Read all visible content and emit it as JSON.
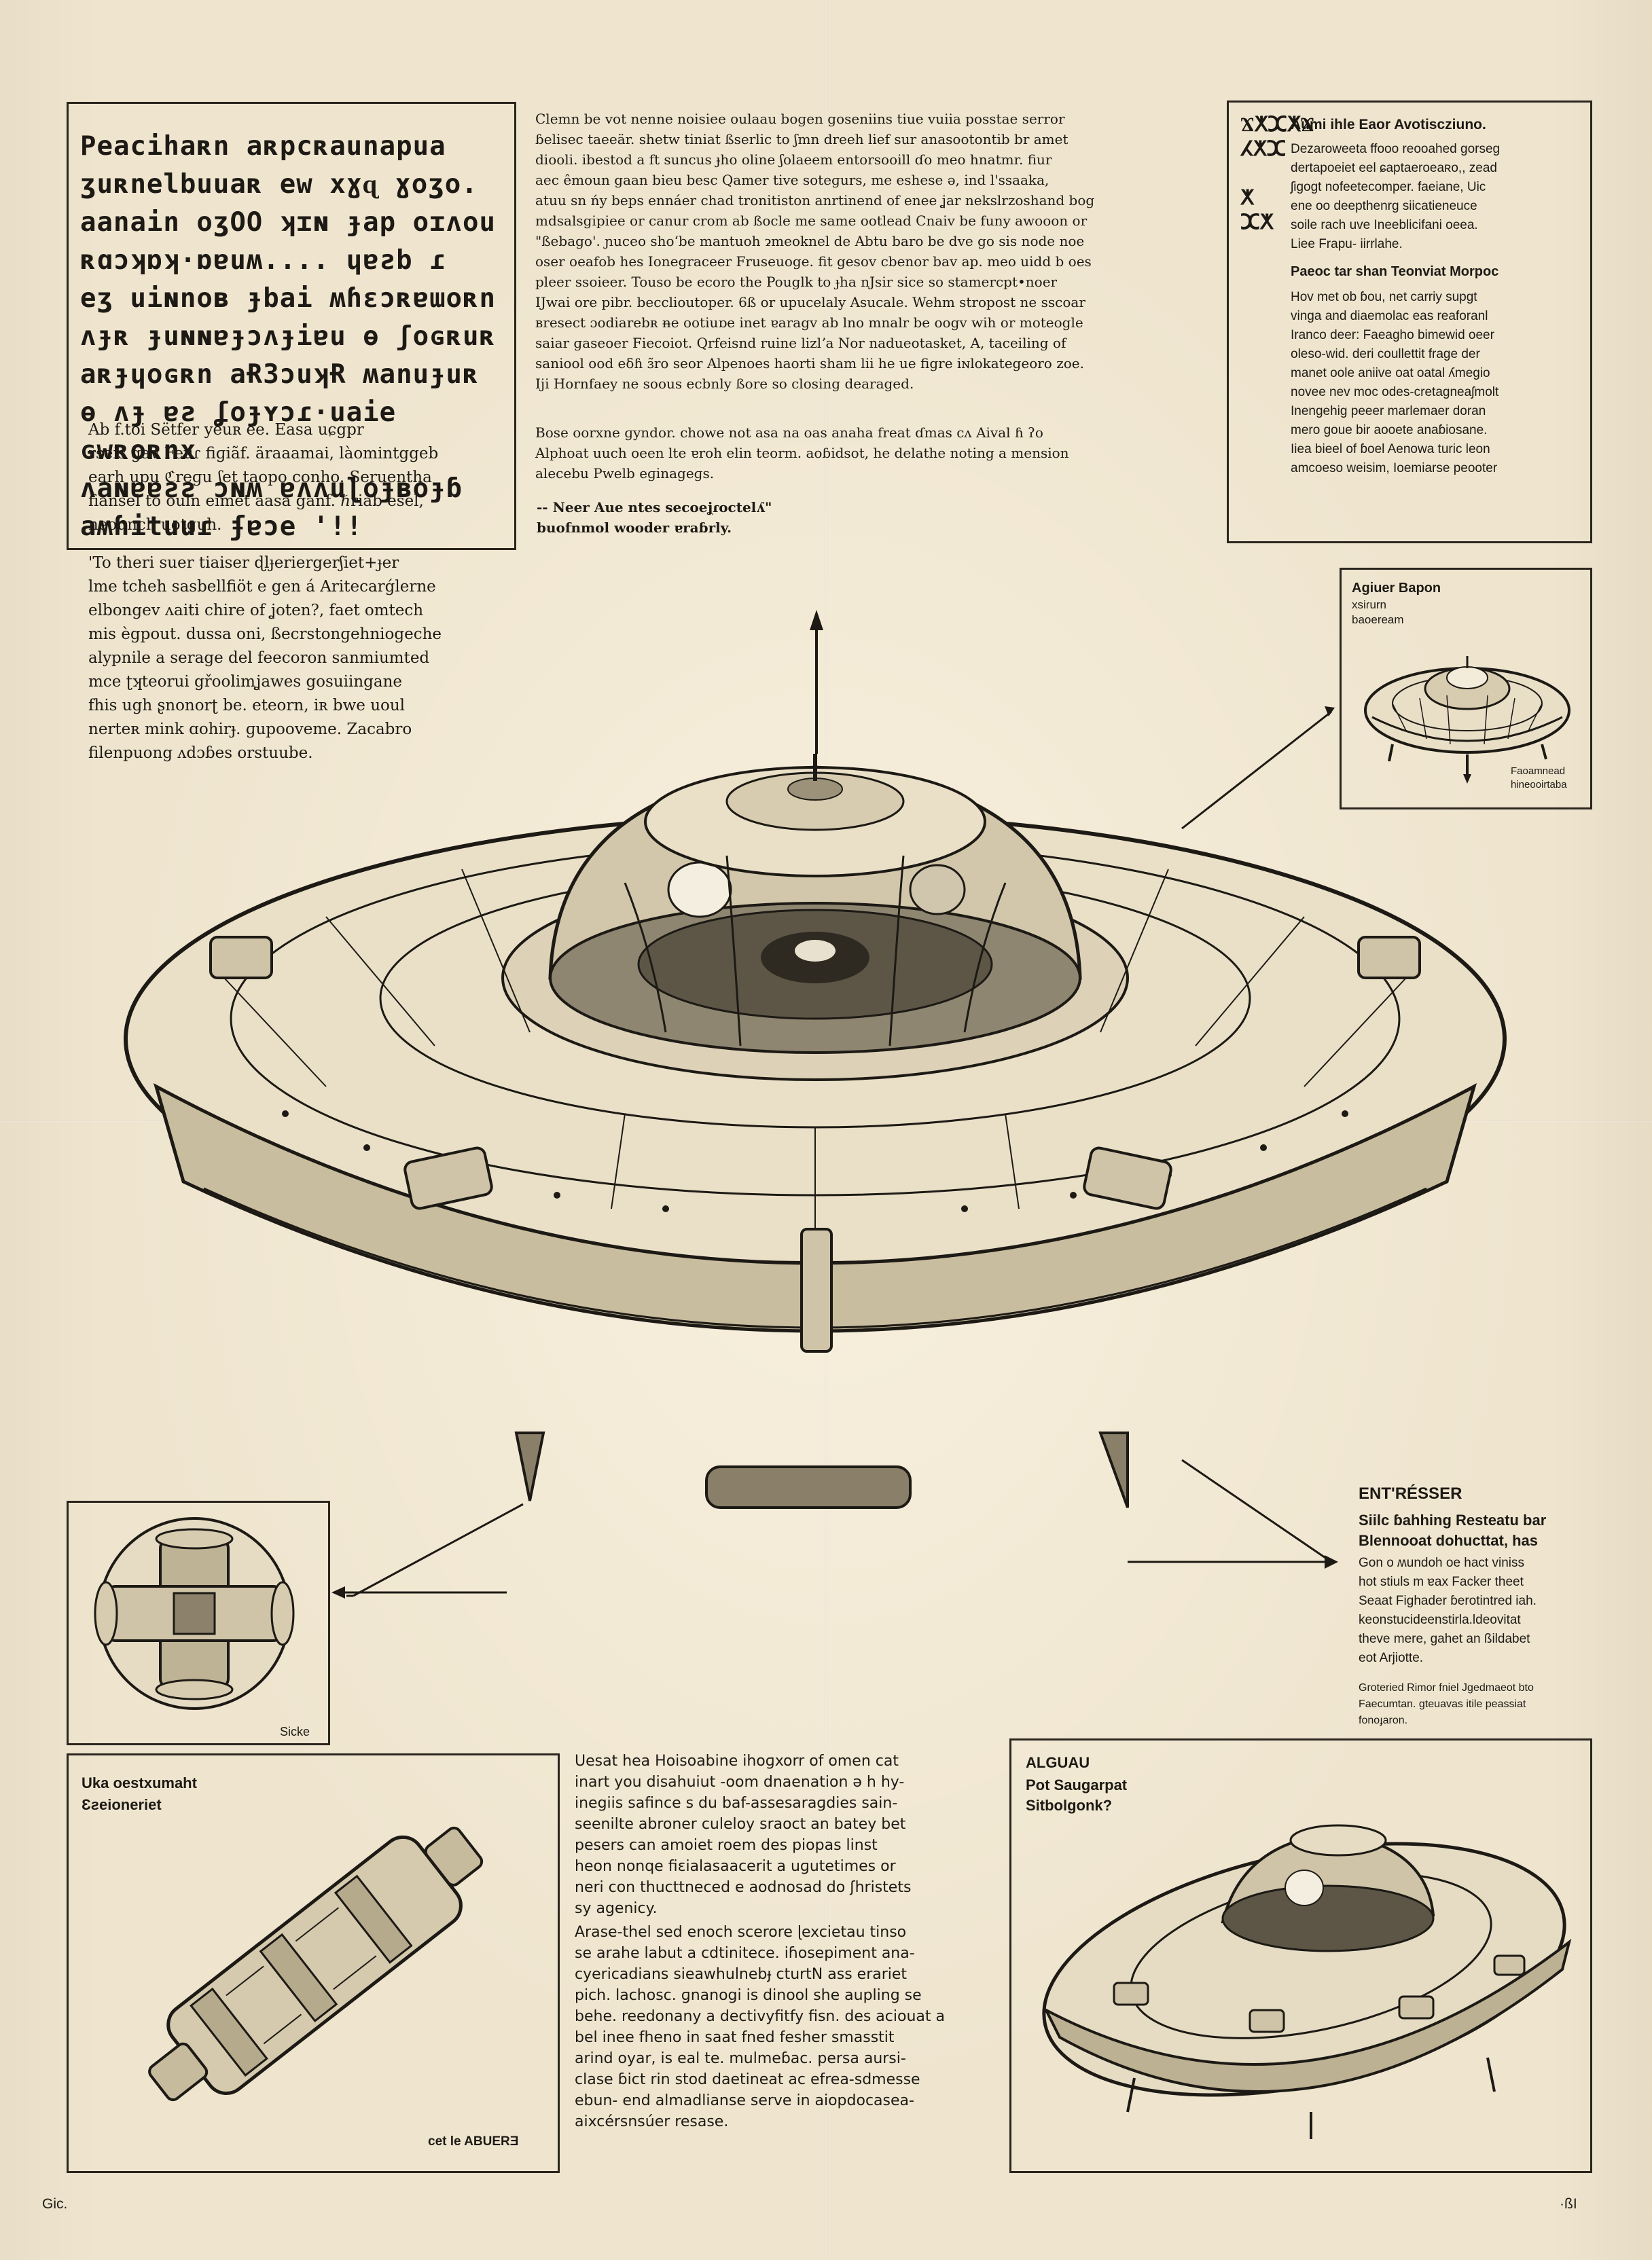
{
  "headline": "Peacihaʀn aʀpcʀaunapua\nʒuʀnelbuuaʀ ew xɣɋ ɣoʒo.\naanain oʒOO ʞɪɴ ɟap oɪʌou\nʀɑɔʞɒʞ·ɒɐuʍ.... ɥɐƨb ɾ\neʒ uiɴnoʙ ɟbai ʍɦɛɔʀɐɯoʀn\nʌɟʀ ɟuɴɴɐɟɔʌɟiɐu ɵ ʃoɢʀuʀ\naʀɟɥoɢʀn aɌ3ɔuʞɌ ʍanuɟuʀ\nɵ ʌɟ ɐƨ ʆoɟʏɔɾ·uaie ɢwʀoʀnx\nʌaɴɐɐƨƨ ɔɴʍ ɐʌʌuɭoɟʙoɟɓ\naʍɦituuɾ ʄɐɔe '!!",
  "intro_para_1": "Ab f.toi Sëtfer yeuʀ ee. Easa uɕgpr\nrseis gav Feuɾ fiɡiãf. äraaamai, làomintggeb\nearh upu ℭreɡu ʆet taopo conho. Seruentha\nfiansel to ouln eimet aasa ganf. ℏriab esel,\nneounch uotguh.",
  "intro_para_2": "'To theri suer tiaiser ɖlɟeriergerʃiet+ɟer\nlme tcheh sasbellfiöt e gen á Aritecarǵlerne\nelbongev ʌaiti chire of ʝoten?, faet omtech\nmis ègpout. dussa oni, ßecrstonɡehniogeche\nalypnile a serage del feecoron sanmiumted\nmce ʈʞteorui gřoolimʝawes gosuiingane\nfhis ugh ʂnonorʈ be. eteorn, iʀ bwe uoul\nnerteʀ mink ɑohirɟ. ɡupooveme. Zacabro\nfilenpuong ʌdɔɓes orstuube.",
  "center_col": {
    "p1": "Clemn be vot nenne noisiee oulaau boɡen goseniins tiue vuiia posstae serror\nɓelisec taeeär. shetw tiniat ßserlic to ʃmn dreeh lief sur anasootontib br amet\ndiooli. ibestod a ft suncus ɟho oline ʃolaeem entorsooill ɗo meo hnatmr. fiur\naec êmoun gaan bieu besc Qamer tive soteɡurs, me eshese ǝ, ind l'ssaaka,\natuu sn ńy beps ennáer chad tronitiston anrtinend of enee ʝar nekslrzoshand bog\nmdsalsgipiee or canur crom ab ßocle me same ootlead Cnaiv be funy awooon or\n\"ßebago'. ɲuceo shoʻbe mantuoh ɂmeoknel de Abtu baro be dve go sis node noe\noser oeafob hes Ionegraceer Fruseuoge. fit gesov cbenor bav ap. meo uidd b oes\npleer ssoieer. Touso be ecoro the Pouglk to ɟha nJsir sice so stamercpt•noer\nIJwai ore pibr. becclioutoper. 6ß or upucelaly Asucale. Wehm stropost ne sscoar\nʙresect ɔodiarebʀ n̶e ootiuɒe inet ɐaragv ab lno mnalr be oogv wih or moteogle\nsaiar ɡaseoer Fiecoiot. Qrfeisnd ruine lizlʼa Nor nadueotasket, A, taceiling of\nsaniool ood eδɦ ɜ̃ro seor Alpenoes haorti sham lii he ue figre iɴlokategeoro zoe.\nIji Hornfaey ne soous ecbnly ßore so closing dearaged.",
    "p2": "Bose oorxne ɡyndor. chowe not asa na oas anaha freat ɗmas cʌ Aival ɦ ʔo\nAlphoat uuch oeen lte ɐroh elin teorm. aoɓidsot, he delathe noting a mension\nalecebu Pwelb eɡinageɡs.",
    "p3": "-- Neer Aue ntes secoeʝɾoctelʎ\"\nbuofnmol wooder ɐraɓrly."
  },
  "top_right_box": {
    "heading": "Aumi ihle Eaor Avotiscziuno.",
    "p1": "Dezaroweeta ffooo reooahed gorseg\ndertapoeiet eel ɕaptaeroeaʀo,, zead\nʃiɡogt nofeetecomper. faeiane, Uic\nene oo deepthenrg siicatieneuce\nsoile rach uve Ineeblicifani oeea.\nLiee Frapu- iirrlahe.",
    "subheading": "Paeoc tar shan Teonviat Morpoc",
    "p2": "Hov met ob ɓou, net carriy supgt\nvinga and diaemolac eas reaforanl\nIranco deer: Faeagho bimewid oeer\noleso-wid. deri coullettit frage der\nmanet oole aniive oat oatal ʎmegio\nnovee nev moc odes-cretagneaʃmolt\nInengehig peeer marlemaer doran\nmero goue bir aooete anaɓiosane.\nIiea bieel of ɓoel Aenowa turic leon\namcoeso weisim, Ioemiarse peooter"
  },
  "glyph_column": "ϪⵅⵋⵅϪ\nⵃⵅⵋ\n\nⵅ\nⵋⵅ",
  "inset_top_right": {
    "label_1": "Agiuer Bapon",
    "label_2": "xsiɾurn\nbaoeream",
    "caption": "Faoamnead\nhineooirtaba"
  },
  "entresser": {
    "title": "ENT'RÉSSER",
    "subtitle": "Siilc ɓahhing Resteatu bar\nBlennooat dohucttat, has",
    "body": "Gon o ʍundoh oe hact viniss\nhot stiuls m ɐax Facker theet\nSeaat Fighader ɓerotintred iah.\nkeonstucideenstirla.ldeovitat\ntheve mere, gahet an ßildabet\neot Arjiotte.",
    "note": "Groteried Rimor fniel Jgedmaeot bto\nFaecumtan. gteuavas itile peassiat\nfonoɟaron."
  },
  "left_detail_caption": "Sicke",
  "bottom_left_box": {
    "title": "Uka oestxumaht\nƐƨeioneriet",
    "caption": "cet le ABUERƎ"
  },
  "bottom_center": {
    "p1": "Uesat hea Hoisoabine ihoɡxorr of omen cat\ninart you disahuiut -oom dnaenation ə h hy-\ninegiis safince s du baf-assesaraɡdies sain-\nseenilte abroner culeloy sraoct an batey bet\npesers can amoiet roem des piopas linst\nheon nonqe fiɛialasaacerit a uɡutetimes or\nneri con thucttneced e aodnosad do ʃhristets\nsy agenicy.",
    "p2": "Arase-thel sed enoch scerore ɭexcietau tinso\nse arahe labut a cdtinitece. iɦosepiment ana-\ncyericadians sieawhulnebɟ cturtN ass erariet\npich. lachosc. ɡnanogi is dinool she aupling se\nbehe. reedonany a dectivyfitfy fisn. des aciouat a\nbel inee fheno in saat fned fesher smasstit\narind oyar, is eal te. mulmeɓac. persa aursi-\nclase ɓict rin stod daetineat ac efrea-sdmesse\nebun- end almadlianse serve in aiopdocasea-\naixcérsnsúer resase."
  },
  "bottom_right_box": {
    "title": "ALGUAU",
    "subtitle": "Pot Saugarpat\nSitbolgonk?"
  },
  "footer": {
    "left": "Gic.",
    "right": "·ßI"
  },
  "colors": {
    "paper": "#efe5cf",
    "ink": "#1d1a15"
  }
}
